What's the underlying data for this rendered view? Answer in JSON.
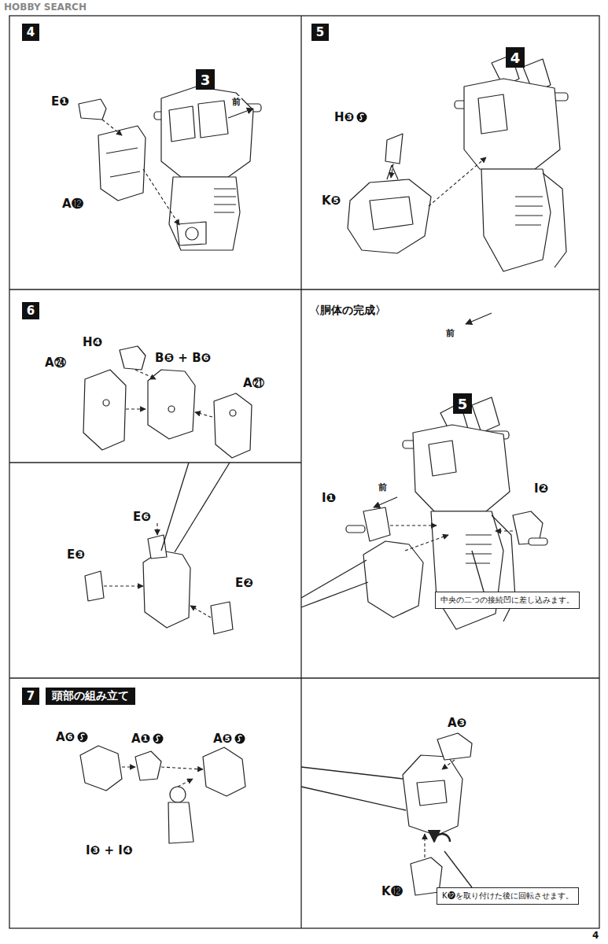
{
  "diagram": {
    "nodes": [
      {
        "text": [
          "4"
        ]
      },
      {
        "text": [
          "3"
        ]
      },
      {
        "text": [
          "5"
        ]
      },
      {
        "text": [
          "4"
        ]
      },
      {
        "text": [
          "6"
        ]
      },
      {
        "text": [
          "5"
        ]
      },
      {
        "text": [
          "中央の二つの接続凹に差し込みます。"
        ]
      },
      {
        "text": [
          "7"
        ]
      },
      {
        "text": [
          "頭部の組み立て"
        ]
      },
      {
        "text": [
          "K⓬を取り付けた後に回転させます。"
        ]
      }
    ],
    "labels": [
      "HOBBY SEARCH",
      "E❶",
      "A⓬",
      "前",
      "H❸",
      "K❺",
      "前",
      "H❹",
      "B❺ + B❻",
      "A㉔",
      "A㉑",
      "E❻",
      "E❸",
      "E❷",
      "〈胴体の完成〉",
      "I❶",
      "前",
      "I❷",
      "A❻",
      "A❶",
      "A❺",
      "I❸ + I❹",
      "A❸",
      "K⓬",
      "4"
    ]
  }
}
